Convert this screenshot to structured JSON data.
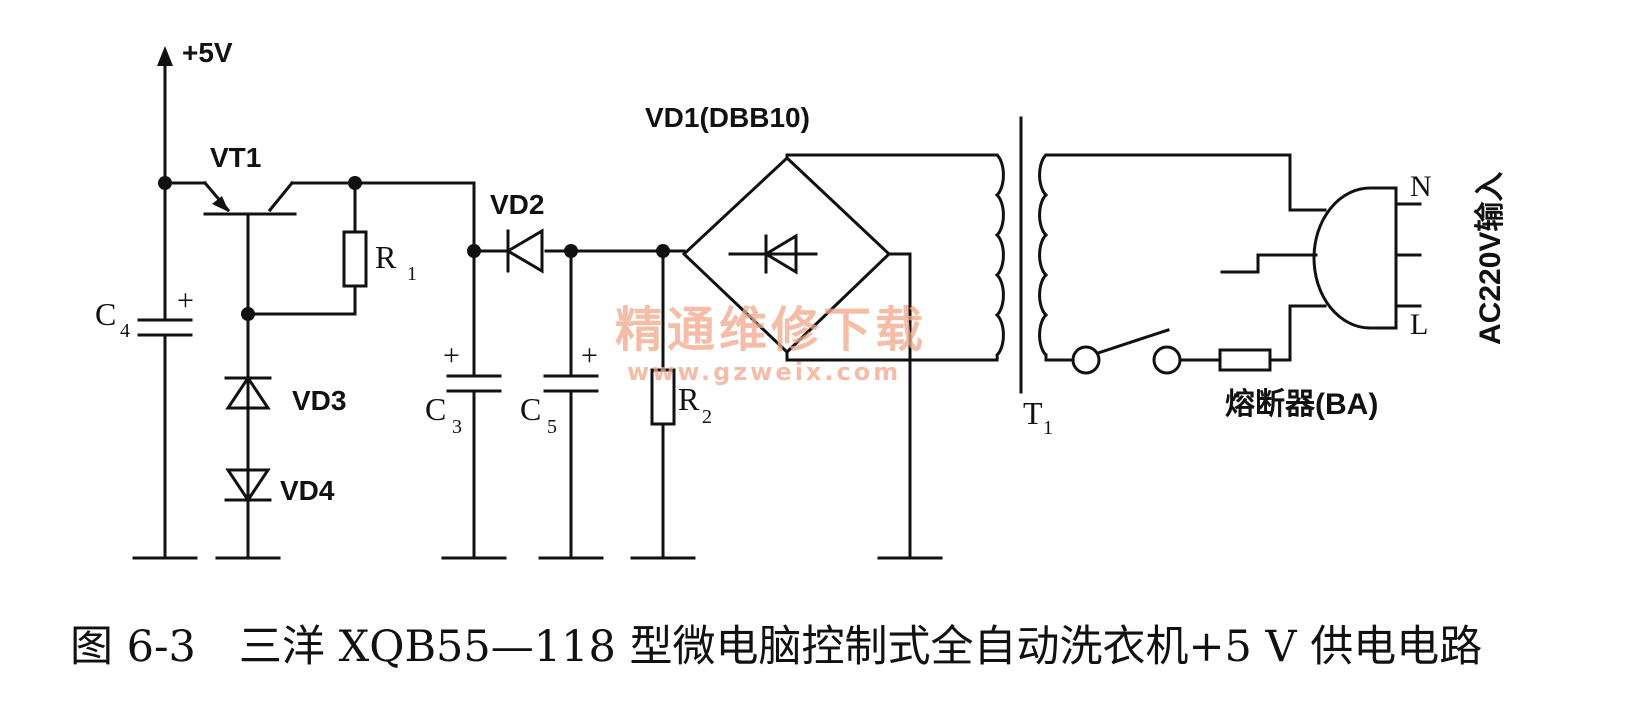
{
  "labels": {
    "supply": "+5V",
    "vt1": "VT1",
    "r1": "R",
    "r1_sub": "1",
    "c4": "C",
    "c4_sub": "4",
    "plus": "+",
    "vd3": "VD3",
    "vd4": "VD4",
    "vd2": "VD2",
    "c3": "C",
    "c3_sub": "3",
    "c5": "C",
    "c5_sub": "5",
    "r2": "R",
    "r2_sub": "2",
    "vd1": "VD1(DBB10)",
    "t1": "T",
    "t1_sub": "1",
    "fuse": "熔断器(BA)",
    "n": "N",
    "l": "L",
    "ac_input": "AC220V输入"
  },
  "watermark": {
    "line1": "精通维修下载",
    "line2": "www.gzweix.com"
  },
  "caption": "图 6-3　三洋 XQB55—118 型微电脑控制式全自动洗衣机+5 V 供电电路"
}
